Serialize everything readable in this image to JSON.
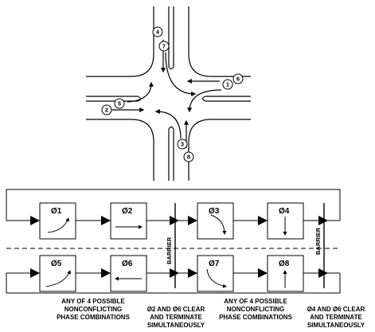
{
  "phases": [
    {
      "id": "1",
      "symbol": "Ø1"
    },
    {
      "id": "2",
      "symbol": "Ø2"
    },
    {
      "id": "3",
      "symbol": "Ø3"
    },
    {
      "id": "4",
      "symbol": "Ø4"
    },
    {
      "id": "5",
      "symbol": "Ø5"
    },
    {
      "id": "6",
      "symbol": "Ø6"
    },
    {
      "id": "7",
      "symbol": "Ø7"
    },
    {
      "id": "8",
      "symbol": "Ø8"
    }
  ],
  "barrier_label": "BARRIER",
  "intersection_markers": [
    "4",
    "7",
    "1",
    "6",
    "5",
    "2",
    "3",
    "8"
  ],
  "notes": {
    "combos_left": [
      "ANY OF 4 POSSIBLE",
      "NONCONFLICTING",
      "PHASE COMBINATIONS"
    ],
    "clear_left": [
      "Ø2 AND Ø6 CLEAR",
      "AND TERMINATE",
      "SIMULTANEOUSLY"
    ],
    "combos_right": [
      "ANY OF 4 POSSIBLE",
      "NONCONFLICTING",
      "PHASE COMBINATIONS"
    ],
    "clear_right": [
      "Ø4 AND Ø6 CLEAR",
      "AND TERMINATE",
      "SIMULTANEOUSLY"
    ]
  }
}
